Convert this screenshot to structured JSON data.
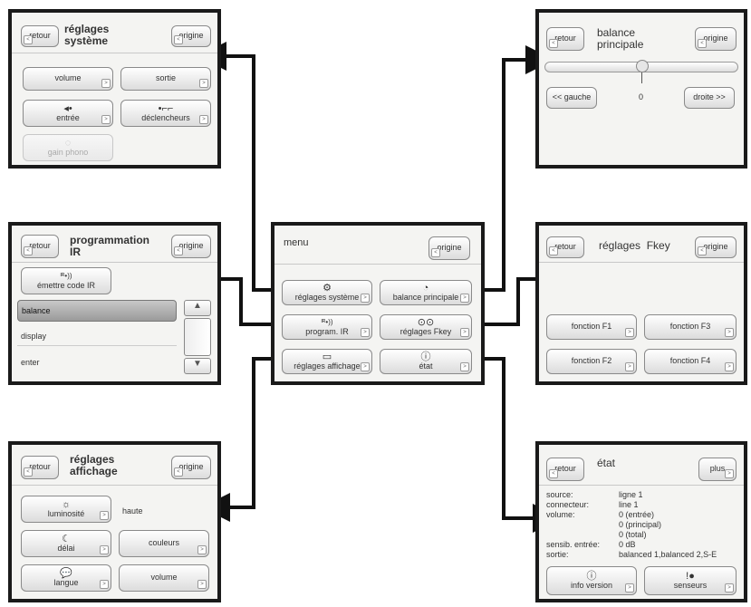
{
  "menu": {
    "title": "menu",
    "origine": "origine",
    "items": [
      {
        "label": "réglages système",
        "icon": "gears-icon",
        "glyph": "⚙"
      },
      {
        "label": "balance principale",
        "icon": "knob-icon",
        "glyph": "◔"
      },
      {
        "label": "program. IR",
        "icon": "ir-icon",
        "glyph": "ᴵᴿ•))"
      },
      {
        "label": "réglages Fkey",
        "icon": "fkey-icon",
        "glyph": "⊙⊙"
      },
      {
        "label": "réglages affichage",
        "icon": "display-icon",
        "glyph": "▭"
      },
      {
        "label": "état",
        "icon": "status-icon",
        "glyph": "ⓘ"
      }
    ]
  },
  "systeme": {
    "retour": "retour",
    "title": "réglages\nsystème",
    "origine": "origine",
    "volume": "volume",
    "sortie": "sortie",
    "entree": "entrée",
    "declencheurs": "déclencheurs",
    "gain_phono": "gain phono"
  },
  "ir": {
    "retour": "retour",
    "title": "programmation\nIR",
    "origine": "origine",
    "emettre": "émettre code IR",
    "ir_glyph": "ᴵᴿ•))",
    "list": [
      "balance",
      "display",
      "enter"
    ]
  },
  "affichage": {
    "retour": "retour",
    "title": "réglages\naffichage",
    "origine": "origine",
    "luminosite": "luminosité",
    "luminosite_value": "haute",
    "delai": "délai",
    "couleurs": "couleurs",
    "langue": "langue",
    "volume": "volume"
  },
  "balance": {
    "retour": "retour",
    "title": "balance\nprincipale",
    "origine": "origine",
    "gauche": "<< gauche",
    "droite": "droite >>",
    "value": "0"
  },
  "fkey": {
    "retour": "retour",
    "title": "réglages  Fkey",
    "origine": "origine",
    "f1": "fonction F1",
    "f2": "fonction F2",
    "f3": "fonction F3",
    "f4": "fonction F4"
  },
  "etat": {
    "retour": "retour",
    "title": "état",
    "plus": "plus",
    "rows": [
      {
        "label": "source:",
        "value": "ligne 1"
      },
      {
        "label": "connecteur:",
        "value": "line 1"
      },
      {
        "label": "volume:",
        "value": "0 (entrée)"
      },
      {
        "label": "",
        "value": "0 (principal)"
      },
      {
        "label": "",
        "value": "0 (total)"
      },
      {
        "label": "sensib. entrée:",
        "value": "0 dB"
      },
      {
        "label": "sortie:",
        "value": "balanced 1,balanced 2,S-E"
      }
    ],
    "info_version": "info version",
    "senseurs": "senseurs"
  }
}
